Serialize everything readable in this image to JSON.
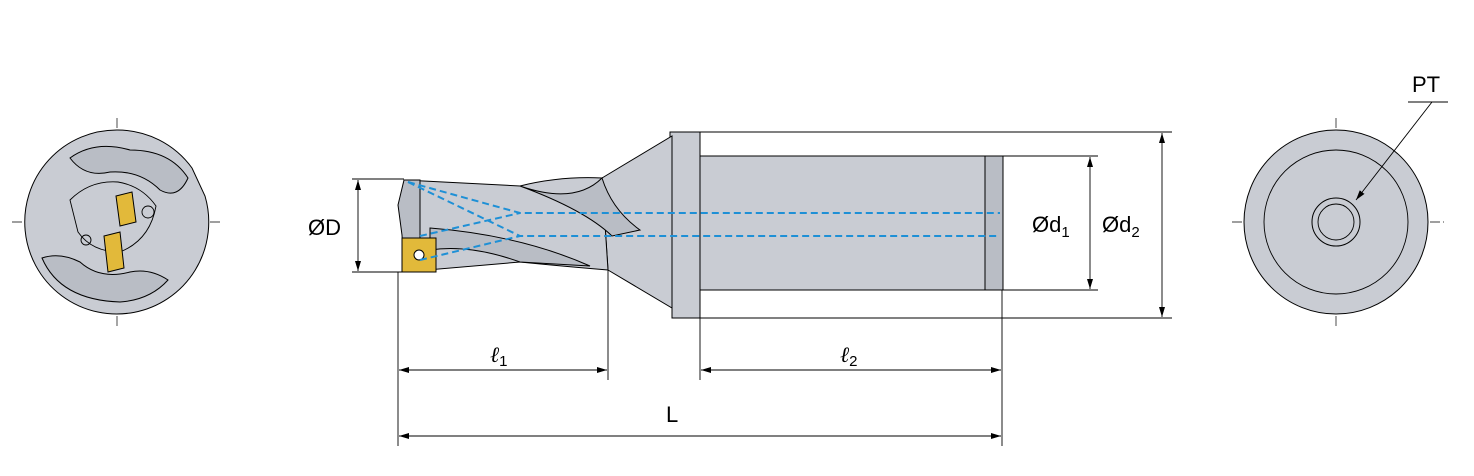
{
  "drawing": {
    "labels": {
      "D": "ØD",
      "d1_main": "Ød",
      "d1_sub": "1",
      "d2_main": "Ød",
      "d2_sub": "2",
      "l1_main": "ℓ",
      "l1_sub": "1",
      "l2_main": "ℓ",
      "l2_sub": "2",
      "L": "L",
      "PT": "PT"
    },
    "colors": {
      "body": "#c9ccd3",
      "insert": "#e2b93a",
      "coolant": "#1e90d6",
      "line": "#000000"
    }
  }
}
